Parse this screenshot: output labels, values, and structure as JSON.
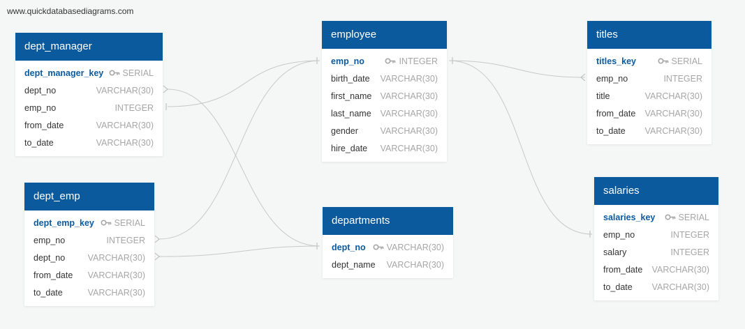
{
  "watermark": "www.quickdatabasediagrams.com",
  "colors": {
    "header_bg": "#0b5a9e",
    "pk_text": "#0b5a9e",
    "type_text": "#a6a6a6",
    "line": "#c8c8c8",
    "background": "#f5f6f6"
  },
  "tables": {
    "dept_manager": {
      "title": "dept_manager",
      "columns": [
        {
          "name": "dept_manager_key",
          "type": "SERIAL",
          "pk": true
        },
        {
          "name": "dept_no",
          "type": "VARCHAR(30)"
        },
        {
          "name": "emp_no",
          "type": "INTEGER"
        },
        {
          "name": "from_date",
          "type": "VARCHAR(30)"
        },
        {
          "name": "to_date",
          "type": "VARCHAR(30)"
        }
      ]
    },
    "dept_emp": {
      "title": "dept_emp",
      "columns": [
        {
          "name": "dept_emp_key",
          "type": "SERIAL",
          "pk": true
        },
        {
          "name": "emp_no",
          "type": "INTEGER"
        },
        {
          "name": "dept_no",
          "type": "VARCHAR(30)"
        },
        {
          "name": "from_date",
          "type": "VARCHAR(30)"
        },
        {
          "name": "to_date",
          "type": "VARCHAR(30)"
        }
      ]
    },
    "employee": {
      "title": "employee",
      "columns": [
        {
          "name": "emp_no",
          "type": "INTEGER",
          "pk": true
        },
        {
          "name": "birth_date",
          "type": "VARCHAR(30)"
        },
        {
          "name": "first_name",
          "type": "VARCHAR(30)"
        },
        {
          "name": "last_name",
          "type": "VARCHAR(30)"
        },
        {
          "name": "gender",
          "type": "VARCHAR(30)"
        },
        {
          "name": "hire_date",
          "type": "VARCHAR(30)"
        }
      ]
    },
    "departments": {
      "title": "departments",
      "columns": [
        {
          "name": "dept_no",
          "type": "VARCHAR(30)",
          "pk": true
        },
        {
          "name": "dept_name",
          "type": "VARCHAR(30)"
        }
      ]
    },
    "titles": {
      "title": "titles",
      "columns": [
        {
          "name": "titles_key",
          "type": "SERIAL",
          "pk": true
        },
        {
          "name": "emp_no",
          "type": "INTEGER"
        },
        {
          "name": "title",
          "type": "VARCHAR(30)"
        },
        {
          "name": "from_date",
          "type": "VARCHAR(30)"
        },
        {
          "name": "to_date",
          "type": "VARCHAR(30)"
        }
      ]
    },
    "salaries": {
      "title": "salaries",
      "columns": [
        {
          "name": "salaries_key",
          "type": "SERIAL",
          "pk": true
        },
        {
          "name": "emp_no",
          "type": "INTEGER"
        },
        {
          "name": "salary",
          "type": "INTEGER"
        },
        {
          "name": "from_date",
          "type": "VARCHAR(30)"
        },
        {
          "name": "to_date",
          "type": "VARCHAR(30)"
        }
      ]
    }
  },
  "relationships": [
    {
      "from": "dept_manager.dept_no",
      "to": "departments.dept_no",
      "from_end": "many",
      "to_end": "one"
    },
    {
      "from": "dept_manager.emp_no",
      "to": "employee.emp_no",
      "from_end": "one",
      "to_end": "one"
    },
    {
      "from": "dept_emp.emp_no",
      "to": "employee.emp_no",
      "from_end": "many",
      "to_end": "one"
    },
    {
      "from": "dept_emp.dept_no",
      "to": "departments.dept_no",
      "from_end": "many",
      "to_end": "one"
    },
    {
      "from": "employee.emp_no",
      "to": "titles.emp_no",
      "from_end": "one",
      "to_end": "many"
    },
    {
      "from": "employee.emp_no",
      "to": "salaries.emp_no",
      "from_end": "one",
      "to_end": "one"
    }
  ]
}
